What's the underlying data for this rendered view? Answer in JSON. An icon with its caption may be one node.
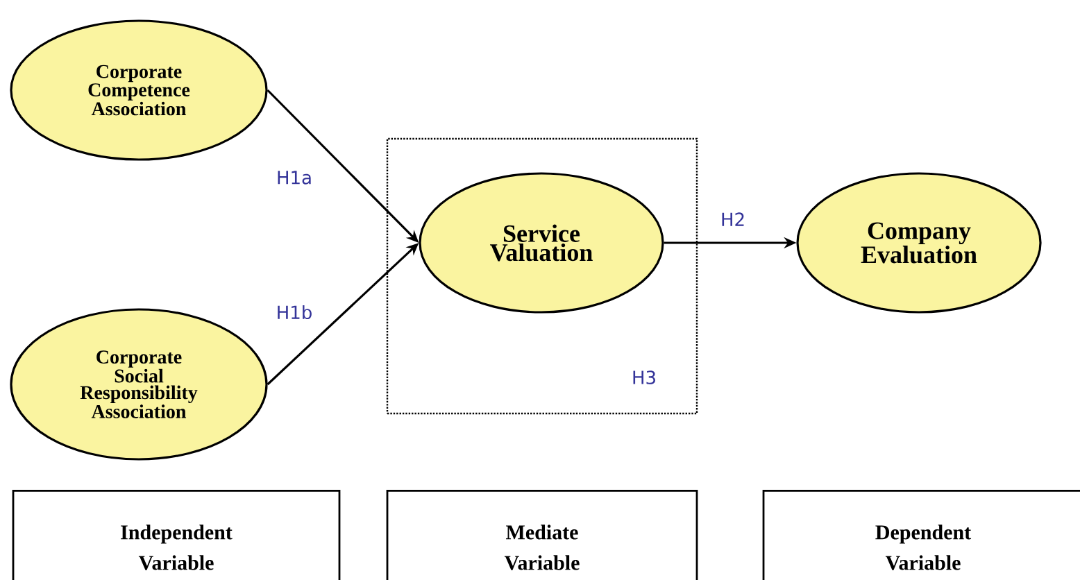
{
  "diagram": {
    "nodes": [
      {
        "text": [
          "Corporate Competence Association"
        ]
      },
      {
        "text": [
          "Corporate Social Responsibility Association"
        ]
      },
      {
        "text": [
          "H3"
        ]
      },
      {
        "text": [
          "Service Valuation"
        ],
        "in": 2
      },
      {
        "text": [
          "Company Evaluation"
        ]
      },
      {
        "text": [
          "Independent Variable"
        ]
      },
      {
        "text": [
          "Mediate Variable"
        ]
      },
      {
        "text": [
          "Dependent Variable"
        ]
      }
    ],
    "edges": [
      {
        "from": 0,
        "to": 3,
        "arrow": "to",
        "label": "H1a"
      },
      {
        "from": 1,
        "to": 3,
        "arrow": "to",
        "label": "H1b"
      },
      {
        "from": 3,
        "to": 4,
        "arrow": "to",
        "label": "H2"
      }
    ]
  }
}
